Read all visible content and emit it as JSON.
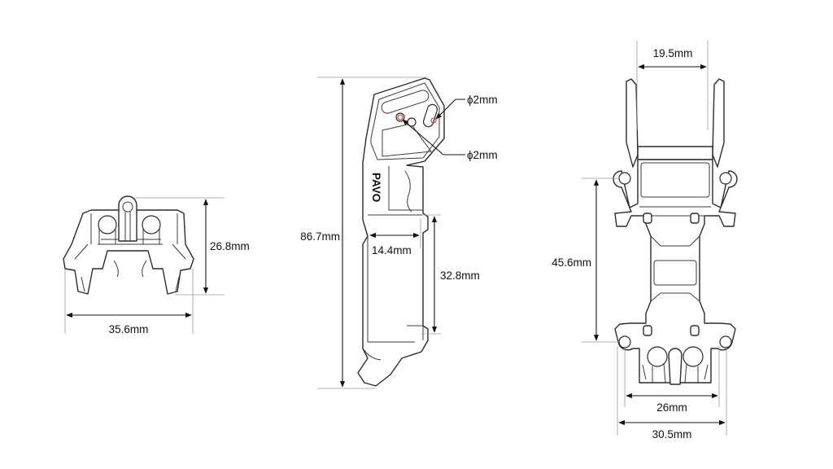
{
  "views": {
    "front": {
      "height_label": "26.8mm",
      "width_label": "35.6mm"
    },
    "side": {
      "total_height_label": "86.7mm",
      "hole_top_label": "ϕ2mm",
      "hole_bottom_label": "ϕ2mm",
      "depth_label": "14.4mm",
      "mount_spacing_label": "32.8mm",
      "engraving": "PAVO"
    },
    "top": {
      "inner_width_label": "19.5mm",
      "hole_spacing_label": "45.6mm",
      "hole_width_label": "26mm",
      "outer_width_label": "30.5mm"
    }
  },
  "colors": {
    "line": "#2b2b2b",
    "hole_marker": "#d9302c"
  }
}
